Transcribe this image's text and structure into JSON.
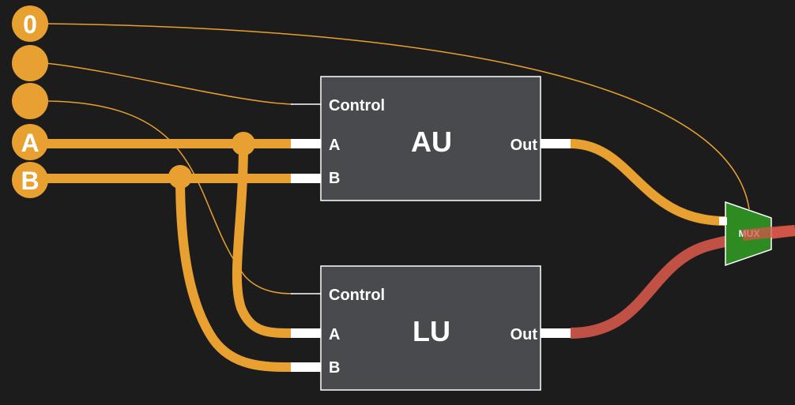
{
  "colors": {
    "background": "#1c1c1c",
    "wire": "#e8a030",
    "wire_active": "#d4564a",
    "node": "#e8a030",
    "box_fill": "#484a4e",
    "box_stroke": "#ffffff",
    "mux_fill": "#2e8b22",
    "text": "#ffffff"
  },
  "inputs": {
    "zero": "0",
    "a": "A",
    "b": "B"
  },
  "au": {
    "title": "AU",
    "control": "Control",
    "a": "A",
    "b": "B",
    "out": "Out"
  },
  "lu": {
    "title": "LU",
    "control": "Control",
    "a": "A",
    "b": "B",
    "out": "Out"
  },
  "mux": {
    "label": "MUX"
  }
}
